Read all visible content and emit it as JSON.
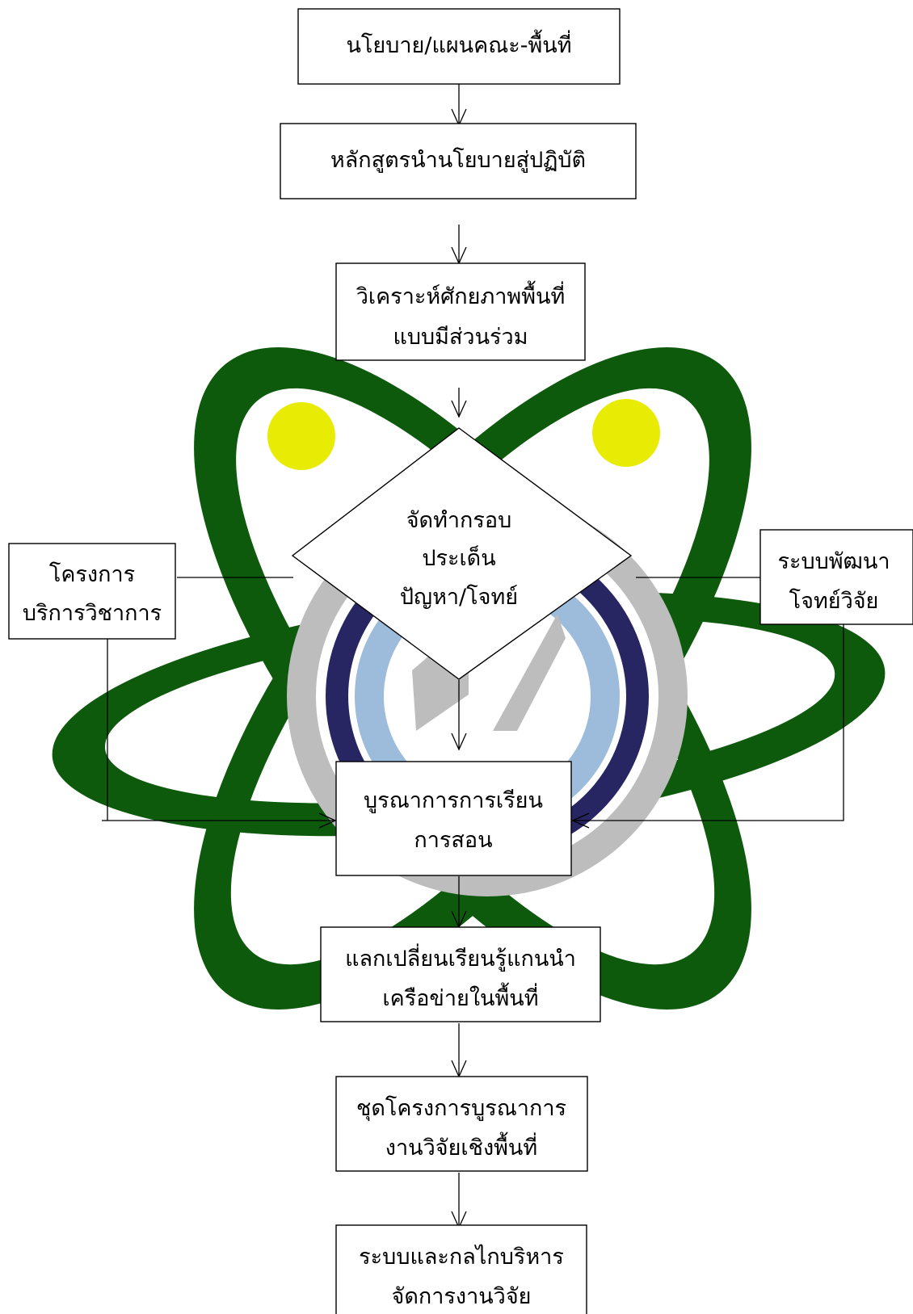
{
  "colors": {
    "orbit_green": "#0d5a0c",
    "atom_yellow": "#e8ec04",
    "ring_gray": "#bdbdbd",
    "ring_navy": "#282563",
    "ring_lightblue": "#9dbcdc",
    "box_fill": "#ffffff",
    "line": "#000000"
  },
  "background_logo": {
    "icon": "atom-logo",
    "parts": [
      "three green orbits",
      "three yellow electrons",
      "gray/navy/light-blue rings"
    ]
  },
  "nodes": {
    "policy": {
      "lines": [
        "นโยบาย/แผนคณะ-พื้นที่"
      ]
    },
    "curriculum": {
      "lines": [
        "หลักสูตรนำนโยบายสู่ปฏิบัติ"
      ]
    },
    "analysis": {
      "lines": [
        "วิเคราะห์ศักยภาพพื้นที่",
        "แบบมีส่วนร่วม"
      ]
    },
    "framework": {
      "lines": [
        "จัดทำกรอบ",
        "ประเด็น",
        "ปัญหา/โจทย์"
      ]
    },
    "service": {
      "lines": [
        "โครงการ",
        "บริการวิชาการ"
      ]
    },
    "research_dev": {
      "lines": [
        "ระบบพัฒนา",
        "โจทย์วิจัย"
      ]
    },
    "integration": {
      "lines": [
        "บูรณาการการเรียน",
        "การสอน"
      ]
    },
    "exchange": {
      "lines": [
        "แลกเปลี่ยนเรียนรู้แกนนำ",
        "เครือข่ายในพื้นที่"
      ]
    },
    "project_set": {
      "lines": [
        "ชุดโครงการบูรณาการ",
        "งานวิจัยเชิงพื้นที่"
      ]
    },
    "management": {
      "lines": [
        "ระบบและกลไกบริหาร",
        "จัดการงานวิจัย"
      ]
    }
  }
}
